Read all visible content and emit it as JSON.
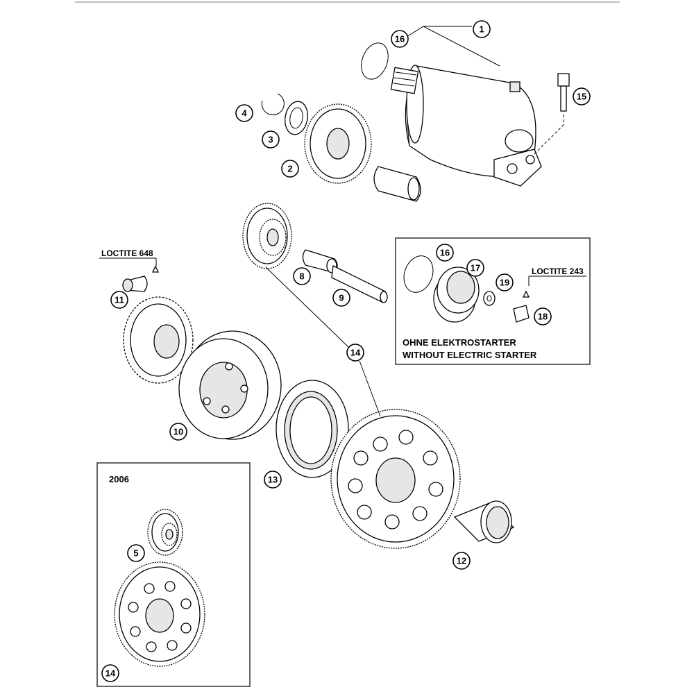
{
  "callouts": {
    "c1": "1",
    "c2": "2",
    "c3": "3",
    "c4": "4",
    "c5": "5",
    "c8": "8",
    "c9": "9",
    "c10": "10",
    "c11": "11",
    "c12": "12",
    "c13": "13",
    "c14a": "14",
    "c14b": "14",
    "c15": "15",
    "c16a": "16",
    "c16b": "16",
    "c17": "17",
    "c18": "18",
    "c19": "19"
  },
  "labels": {
    "loctite_648": "LOCTITE 648",
    "loctite_243": "LOCTITE 243",
    "inset_line1": "OHNE ELEKTROSTARTER",
    "inset_line2": "WITHOUT ELECTRIC STARTER",
    "year_box": "2006"
  },
  "colors": {
    "line": "#000000",
    "background": "#ffffff",
    "shade": "#e6e6e6"
  }
}
